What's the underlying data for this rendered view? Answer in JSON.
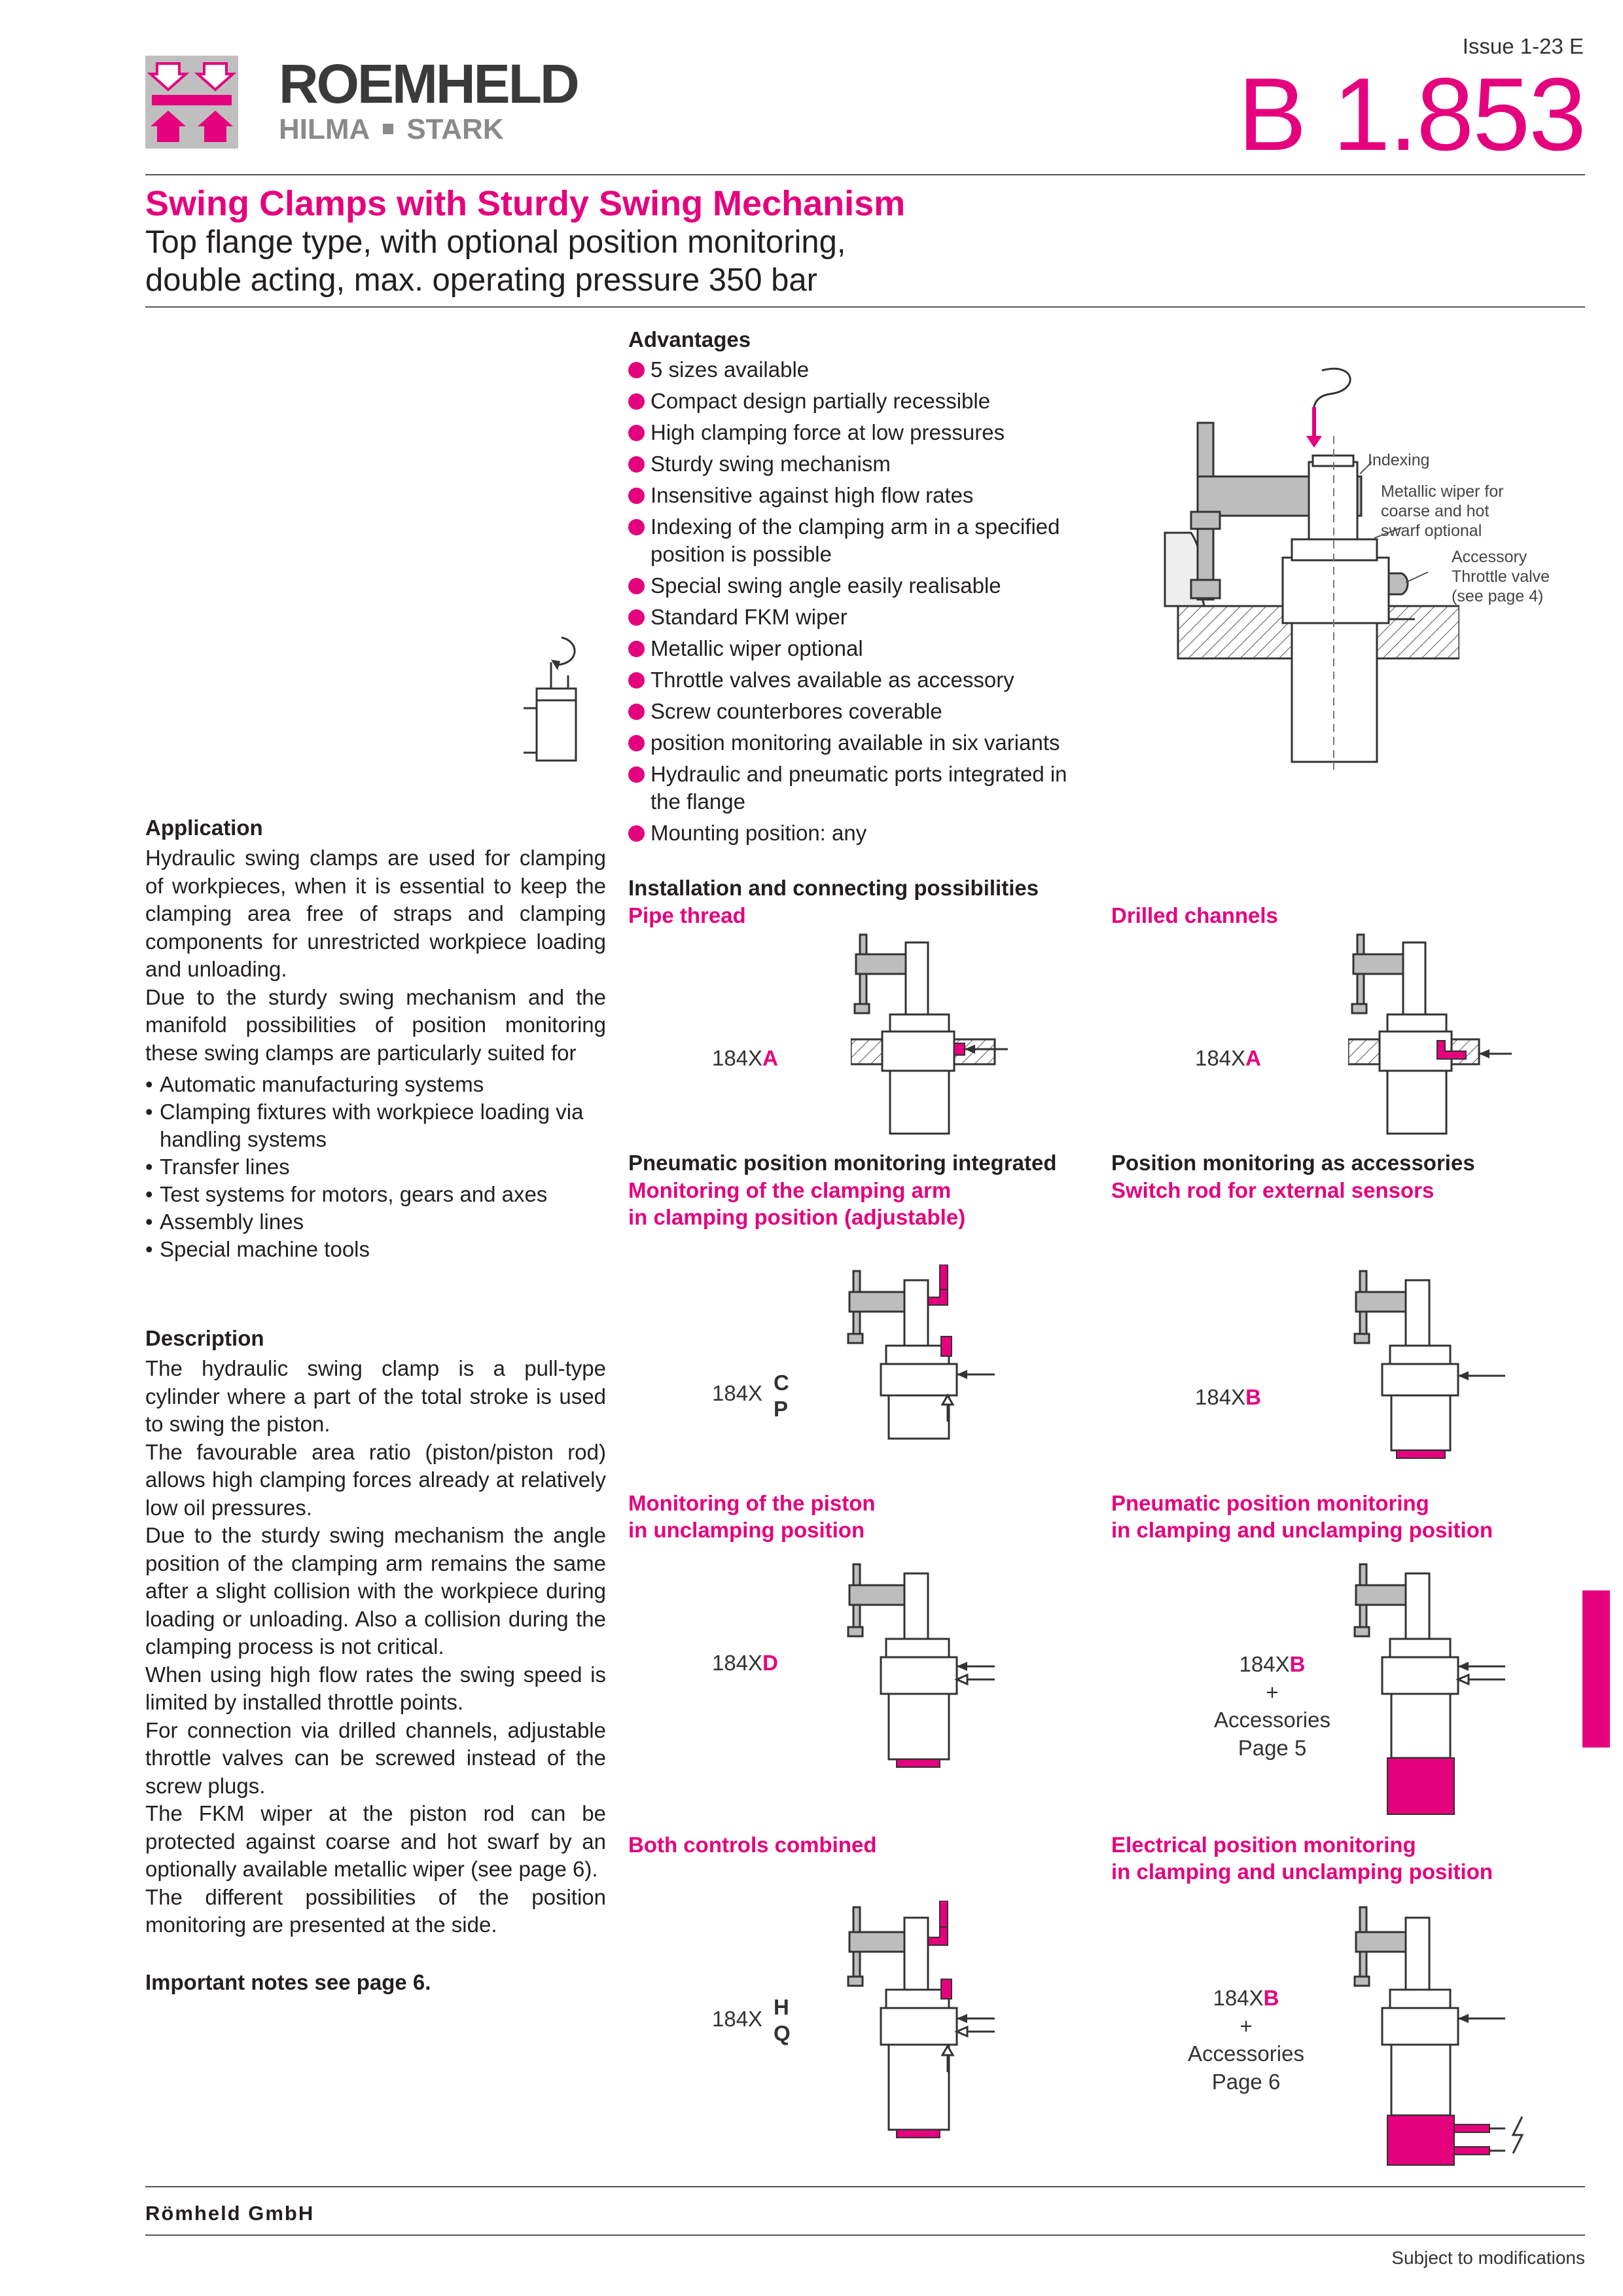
{
  "header": {
    "brand": "ROEMHELD",
    "subbrand_left": "HILMA",
    "subbrand_right": "STARK",
    "issue": "Issue 1-23 E",
    "doc_number": "B 1.853"
  },
  "title": {
    "main": "Swing Clamps with Sturdy Swing Mechanism",
    "sub_line1": "Top flange type, with optional position monitoring,",
    "sub_line2": "double acting, max. operating pressure 350 bar"
  },
  "advantages": {
    "heading": "Advantages",
    "items": [
      "5 sizes available",
      "Compact design partially recessible",
      "High clamping force at low pressures",
      "Sturdy swing mechanism",
      "Insensitive against high flow rates",
      "Indexing of the clamping arm in a specified position is possible",
      "Special swing angle easily realisable",
      "Standard FKM wiper",
      "Metallic wiper optional",
      "Throttle valves available as accessory",
      "Screw counterbores coverable",
      "position monitoring available in six variants",
      "Hydraulic and pneumatic ports integrated in the flange",
      "Mounting position: any"
    ]
  },
  "main_figure": {
    "callout_indexing": "Indexing",
    "callout_wiper": "Metallic wiper for coarse and hot swarf optional",
    "callout_throttle": "Accessory Throttle valve (see page 4)"
  },
  "application": {
    "heading": "Application",
    "paragraph1": "Hydraulic swing clamps are used for clamping of workpieces, when it is essential to keep the clamping area free of straps and clamping components for unrestricted workpiece loading and unloading.",
    "paragraph2": "Due to the sturdy swing mechanism and the manifold possibilities of position monitoring these swing clamps are particularly suited for",
    "items": [
      "Automatic manufacturing systems",
      "Clamping fixtures with workpiece loading via handling systems",
      "Transfer lines",
      "Test systems for motors, gears and axes",
      "Assembly lines",
      "Special machine tools"
    ]
  },
  "description": {
    "heading": "Description",
    "paragraphs": [
      "The hydraulic swing clamp is a pull-type cylinder where a part of the total stroke is used to swing the piston.",
      "The favourable area ratio (piston/piston rod) allows high clamping forces already at relatively low oil pressures.",
      "Due to the sturdy swing mechanism the angle position of the clamping arm remains the same after a slight collision with the workpiece during loading or unloading. Also a collision during the clamping process is not critical.",
      "When using high flow rates the swing speed is limited by installed throttle points.",
      "For connection via drilled channels, adjustable throttle valves can be screwed instead of the screw plugs.",
      "The FKM wiper at the piston rod can be protected against coarse and hot swarf by an optionally available metallic wiper (see page 6).",
      "The different possibilities of the position monitoring are presented at the side."
    ],
    "important": "Important notes see page 6."
  },
  "installation": {
    "heading": "Installation and connecting possibilities",
    "pipe_thread": "Pipe thread",
    "drilled_channels": "Drilled channels",
    "code_prefix": "184X",
    "code_a": "A"
  },
  "monitoring": {
    "pneumatic_integrated": "Pneumatic position monitoring integrated",
    "clamping_arm_line1": "Monitoring of the clamping arm",
    "clamping_arm_line2": "in clamping position (adjustable)",
    "as_accessories": "Position monitoring as accessories",
    "switch_rod": "Switch rod for external sensors",
    "piston_line1": "Monitoring of the piston",
    "piston_line2": "in unclamping position",
    "pneu_cu_line1": "Pneumatic position monitoring",
    "pneu_cu_line2": "in clamping and unclamping position",
    "both": "Both controls combined",
    "elec_line1": "Electrical position monitoring",
    "elec_line2": "in clamping and unclamping position",
    "code_prefix": "184X",
    "code_c": "C",
    "code_p": "P",
    "code_b": "B",
    "code_d": "D",
    "code_h": "H",
    "code_q": "Q",
    "plus": "+",
    "accessories": "Accessories",
    "page5": "Page 5",
    "page6": "Page 6"
  },
  "footer": {
    "company": "Römheld GmbH",
    "note": "Subject to modifications"
  },
  "colors": {
    "accent": "#e5007e",
    "text": "#231f20",
    "part_gray": "#bdbdbd"
  }
}
